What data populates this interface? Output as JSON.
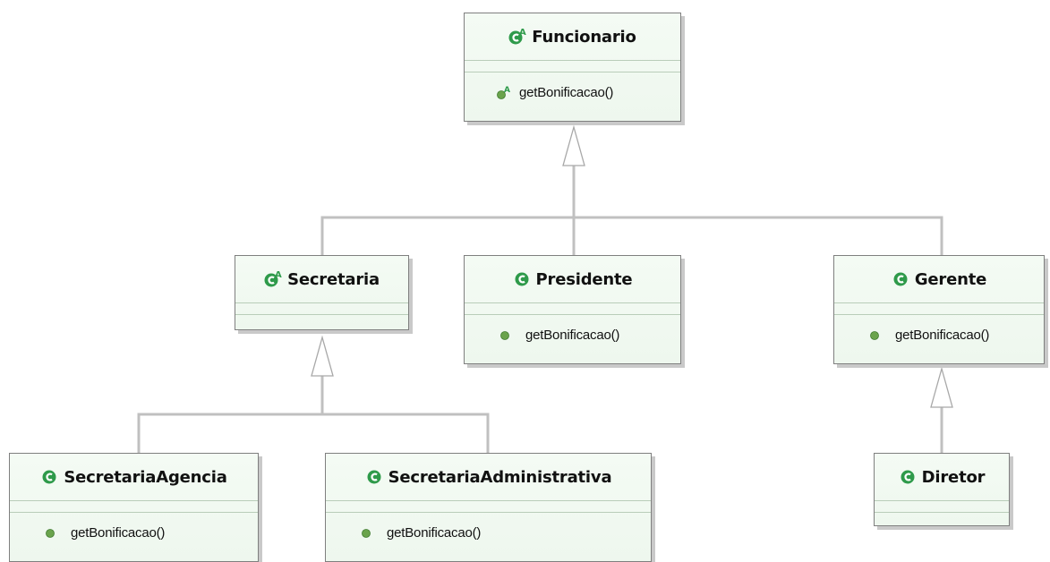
{
  "diagram": {
    "classes": {
      "funcionario": {
        "name": "Funcionario",
        "abstract": true,
        "operations": [
          {
            "name": "getBonificacao()",
            "abstract": true
          }
        ]
      },
      "secretaria": {
        "name": "Secretaria",
        "abstract": true,
        "operations": []
      },
      "presidente": {
        "name": "Presidente",
        "abstract": false,
        "operations": [
          {
            "name": "getBonificacao()",
            "abstract": false
          }
        ]
      },
      "gerente": {
        "name": "Gerente",
        "abstract": false,
        "operations": [
          {
            "name": "getBonificacao()",
            "abstract": false
          }
        ]
      },
      "secretariaAgencia": {
        "name": "SecretariaAgencia",
        "abstract": false,
        "operations": [
          {
            "name": "getBonificacao()",
            "abstract": false
          }
        ]
      },
      "secretariaAdministrativa": {
        "name": "SecretariaAdministrativa",
        "abstract": false,
        "operations": [
          {
            "name": "getBonificacao()",
            "abstract": false
          }
        ]
      },
      "diretor": {
        "name": "Diretor",
        "abstract": false,
        "operations": []
      }
    },
    "generalizations": [
      {
        "child": "Secretaria",
        "parent": "Funcionario"
      },
      {
        "child": "Presidente",
        "parent": "Funcionario"
      },
      {
        "child": "Gerente",
        "parent": "Funcionario"
      },
      {
        "child": "SecretariaAgencia",
        "parent": "Secretaria"
      },
      {
        "child": "SecretariaAdministrativa",
        "parent": "Secretaria"
      },
      {
        "child": "Diretor",
        "parent": "Gerente"
      }
    ],
    "colors": {
      "box_border": "#7f7f7f",
      "box_fill": "#f1f9f1",
      "compartment_line": "#b9cdb9",
      "edge": "#c0c0c0",
      "class_icon": "#2e9a4a",
      "method_icon": "#6aa34c"
    },
    "icons": {
      "abstract_class": "class-icon-abstract",
      "class": "class-icon",
      "public_method": "public-method-icon",
      "abstract_method": "abstract-method-icon"
    }
  }
}
